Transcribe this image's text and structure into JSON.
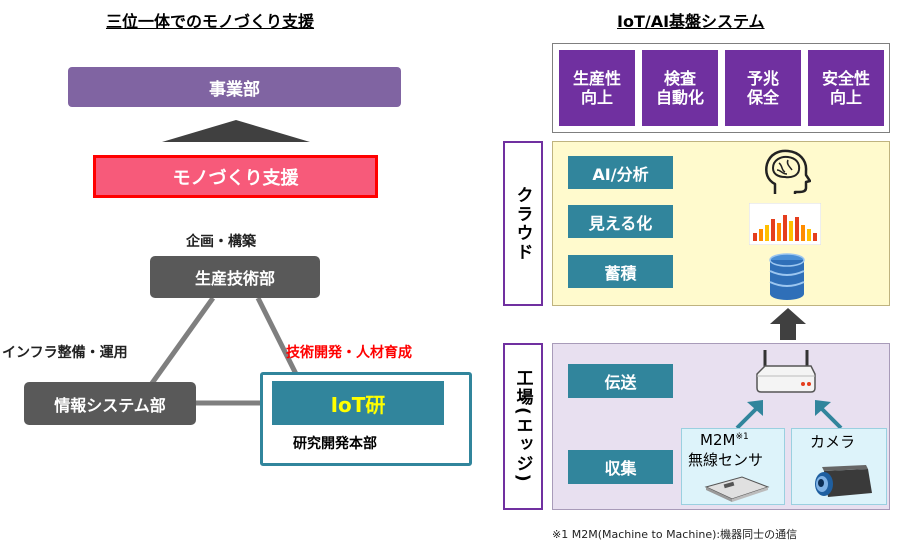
{
  "left": {
    "title": "三位一体でのモノづくり支援",
    "jigyobu": "事業部",
    "monozukuri": "モノづくり支援",
    "plan_label": "企画・構築",
    "seisan": "生産技術部",
    "infra_label": "インフラ整備・運用",
    "joho": "情報システム部",
    "dev_label": "技術開発・人材育成",
    "iot_lab": "IoT研",
    "research": "研究開発本部"
  },
  "right": {
    "title": "IoT/AI基盤システム",
    "capabilities": [
      {
        "line1": "生産性",
        "line2": "向上"
      },
      {
        "line1": "検査",
        "line2": "自動化"
      },
      {
        "line1": "予兆",
        "line2": "保全"
      },
      {
        "line1": "安全性",
        "line2": "向上"
      }
    ],
    "cloud_label": "クラウド",
    "cloud_items": [
      "AI/分析",
      "見える化",
      "蓄積"
    ],
    "edge_label": "工場(エッジ)",
    "edge_items": [
      "伝送",
      "収集"
    ],
    "m2m_title": "M2M",
    "m2m_note_mark": "※1",
    "m2m_sensor": "無線センサ",
    "camera": "カメラ",
    "footnote": "※1 M2M(Machine to Machine):機器同士の通信"
  },
  "colors": {
    "purple": "#8064a2",
    "dark_purple": "#7030a0",
    "pink": "#f75a7a",
    "red": "#ff0000",
    "gray": "#595959",
    "teal": "#31859c",
    "cloud_yellow": "#fffacd",
    "edge_lavender": "#e8e0f0",
    "device_blue": "#ddf3fa"
  },
  "icons": [
    "brain-head-icon",
    "bar-chart-icon",
    "database-icon",
    "router-icon",
    "sensor-board-icon",
    "camera-icon"
  ]
}
